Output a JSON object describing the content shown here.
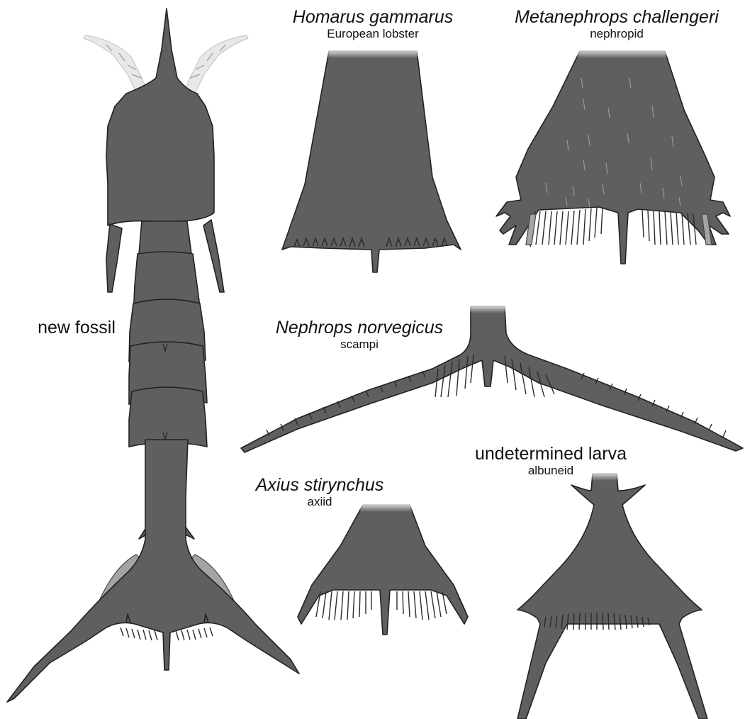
{
  "figure": {
    "colors": {
      "body": "#5e5f60",
      "outline": "#222222",
      "appendage_light": "#a4a4a4",
      "antenna": "#e8e8e8"
    },
    "labels": {
      "new_fossil": "new fossil",
      "homarus": {
        "species": "Homarus gammarus",
        "common": "European lobster"
      },
      "metanephrops": {
        "species": "Metanephrops challengeri",
        "common": "nephropid"
      },
      "nephrops": {
        "species": "Nephrops norvegicus",
        "common": "scampi"
      },
      "axius": {
        "species": "Axius stirynchus",
        "common": "axiid"
      },
      "larva": {
        "species": "undetermined larva",
        "common": "albuneid"
      }
    }
  }
}
